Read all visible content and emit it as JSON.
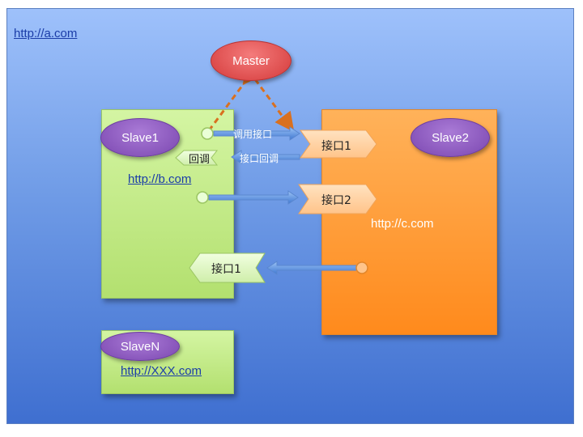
{
  "a_url": "http://a.com",
  "master": "Master",
  "slave1": {
    "name": "Slave1",
    "url": "http://b.com"
  },
  "slave2": {
    "name": "Slave2",
    "url": "http://c.com"
  },
  "slaveN": {
    "name": "SlaveN",
    "url": "http://XXX.com"
  },
  "arrows": {
    "call_interface": "调用接口",
    "interface_callback": "接口回调"
  },
  "tags": {
    "callback": "回调",
    "iface1_right": "接口1",
    "iface2": "接口2",
    "iface1_left": "接口1"
  },
  "colors": {
    "green_box": "#bfe98a",
    "orange_box": "#ff9a30",
    "purple_ellipse": "#8e5bc0",
    "master_red": "#e04b4b",
    "link_blue": "#1b3da8"
  }
}
